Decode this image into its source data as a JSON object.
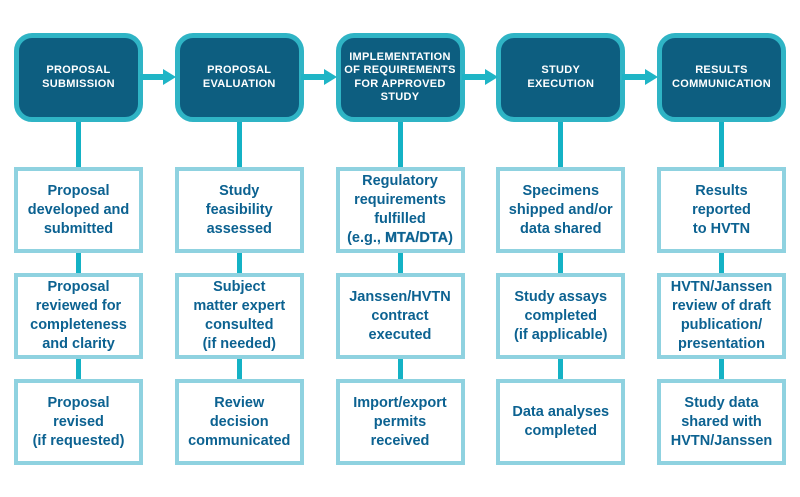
{
  "colors": {
    "header_fill": "#0d5e80",
    "header_border": "#2fb4c5",
    "connector": "#14b2c5",
    "arrow": "#1fb5c6",
    "step_border": "#8fd2e0",
    "step_text": "#0c6291",
    "header_text": "#ffffff",
    "background": "#ffffff"
  },
  "columns": [
    {
      "header": "PROPOSAL\nSUBMISSION",
      "steps": [
        {
          "text": "Proposal\ndeveloped and\nsubmitted"
        },
        {
          "text": "Proposal\nreviewed for\ncompleteness\nand clarity"
        },
        {
          "text": "Proposal\nrevised\n(if requested)"
        }
      ]
    },
    {
      "header": "PROPOSAL\nEVALUATION",
      "steps": [
        {
          "text": "Study\nfeasibility\nassessed"
        },
        {
          "text": "Subject\nmatter expert\nconsulted\n(if needed)"
        },
        {
          "text": "Review\ndecision\ncommunicated"
        }
      ]
    },
    {
      "header": "IMPLEMENTATION\nOF REQUIREMENTS\nFOR APPROVED\nSTUDY",
      "steps": [
        {
          "text": "Regulatory\nrequirements\nfulfilled\n",
          "pre": "(e.g., ",
          "bold": "MTA/DTA",
          "post": ")"
        },
        {
          "text": "Janssen/HVTN\ncontract\nexecuted"
        },
        {
          "text": "Import/export\npermits\nreceived"
        }
      ]
    },
    {
      "header": "STUDY\nEXECUTION",
      "steps": [
        {
          "text": "Specimens\nshipped and/or\ndata shared"
        },
        {
          "text": "Study assays\ncompleted\n(if applicable)"
        },
        {
          "text": "Data analyses\ncompleted"
        }
      ]
    },
    {
      "header": "RESULTS\nCOMMUNICATION",
      "steps": [
        {
          "text": "Results\nreported\nto HVTN"
        },
        {
          "text": "HVTN/Janssen\nreview of draft\npublication/\npresentation"
        },
        {
          "text": "Study data\nshared with\nHVTN/Janssen"
        }
      ]
    }
  ]
}
